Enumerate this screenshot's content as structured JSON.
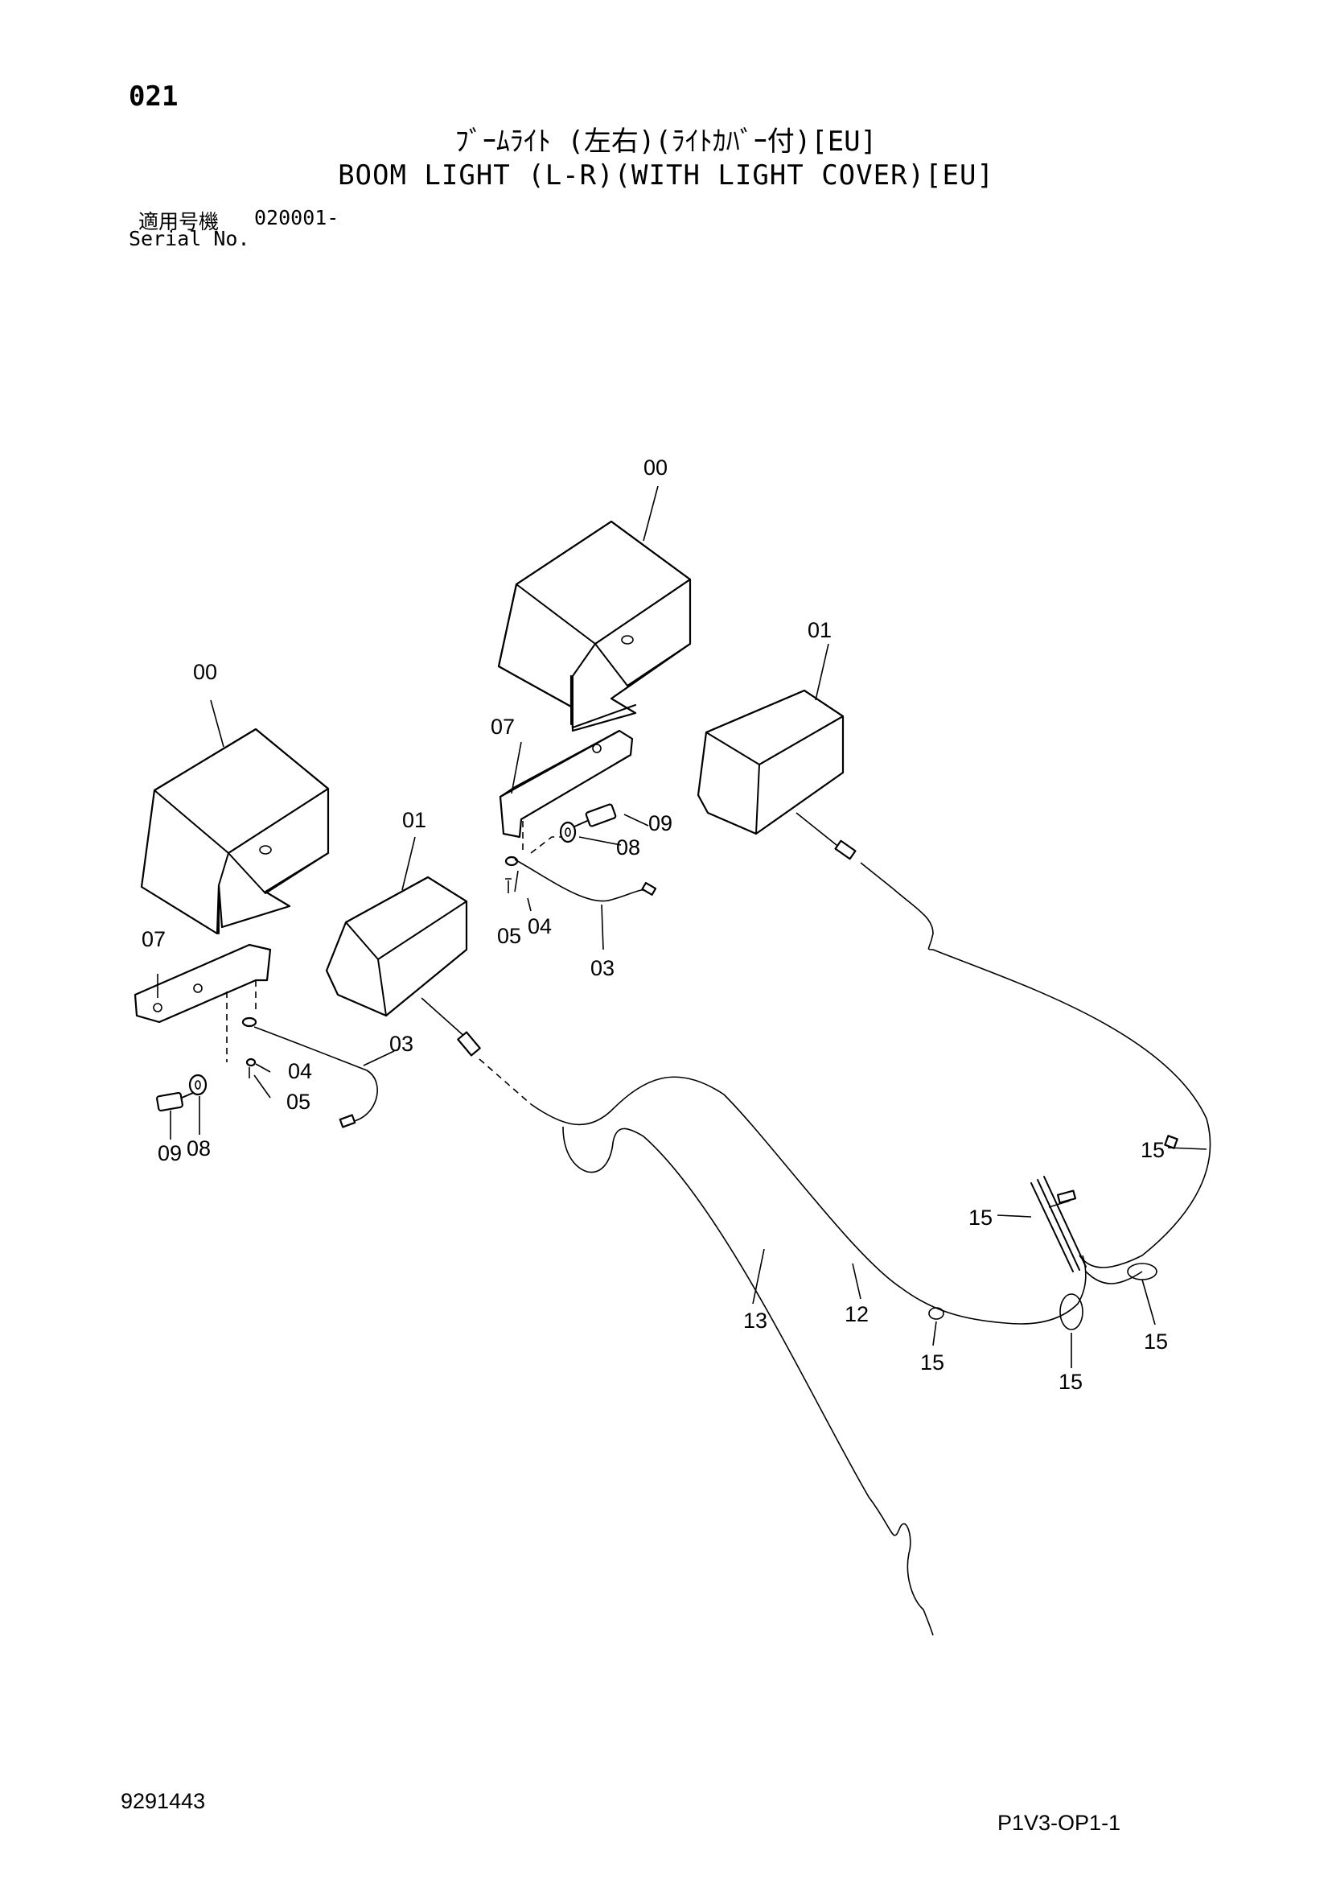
{
  "header": {
    "page_number": "021",
    "title_jp": "ﾌﾞｰﾑﾗｲﾄ (左右)(ﾗｲﾄｶﾊﾞｰ付)[EU]",
    "title_en": "BOOM LIGHT (L-R)(WITH LIGHT COVER)[EU]",
    "serial_label_jp": "適用号機",
    "serial_value": "020001-",
    "serial_label_en": "Serial No."
  },
  "callouts": {
    "c00_right": "00",
    "c00_left": "00",
    "c01_right": "01",
    "c01_left": "01",
    "c07_right": "07",
    "c07_left": "07",
    "c09_right": "09",
    "c08_right": "08",
    "c05_right": "05",
    "c04_right": "04",
    "c03_right": "03",
    "c03_left": "03",
    "c04_left": "04",
    "c05_left": "05",
    "c09_left": "09",
    "c08_left": "08",
    "c15_a": "15",
    "c15_b": "15",
    "c15_c": "15",
    "c15_d": "15",
    "c15_e": "15",
    "c12": "12",
    "c13": "13"
  },
  "footer": {
    "document_number": "9291443",
    "page_code": "P1V3-OP1-1"
  }
}
